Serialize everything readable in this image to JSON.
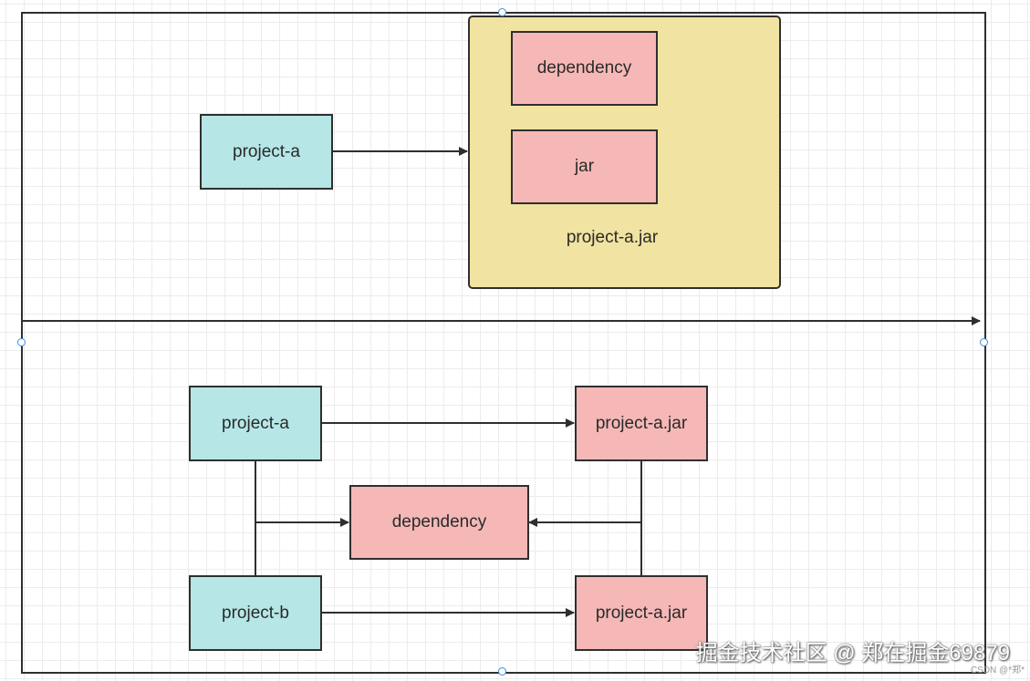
{
  "diagram": {
    "top": {
      "source": "project-a",
      "group_label": "project-a.jar",
      "group_items": [
        "dependency",
        "jar"
      ]
    },
    "bottom": {
      "project_a": "project-a",
      "project_b": "project-b",
      "jar_a": "project-a.jar",
      "jar_b": "project-a.jar",
      "dependency": "dependency"
    }
  },
  "watermark": {
    "main": "掘金技术社区 @ 郑在掘金69879",
    "small": "CSDN @*郑*"
  },
  "colors": {
    "teal_box": "#b6e6e6",
    "pink_box": "#f5b8b6",
    "yellow_group": "#f1e3a1",
    "stroke": "#2f2f2f",
    "handle": "#3b8ed8"
  }
}
